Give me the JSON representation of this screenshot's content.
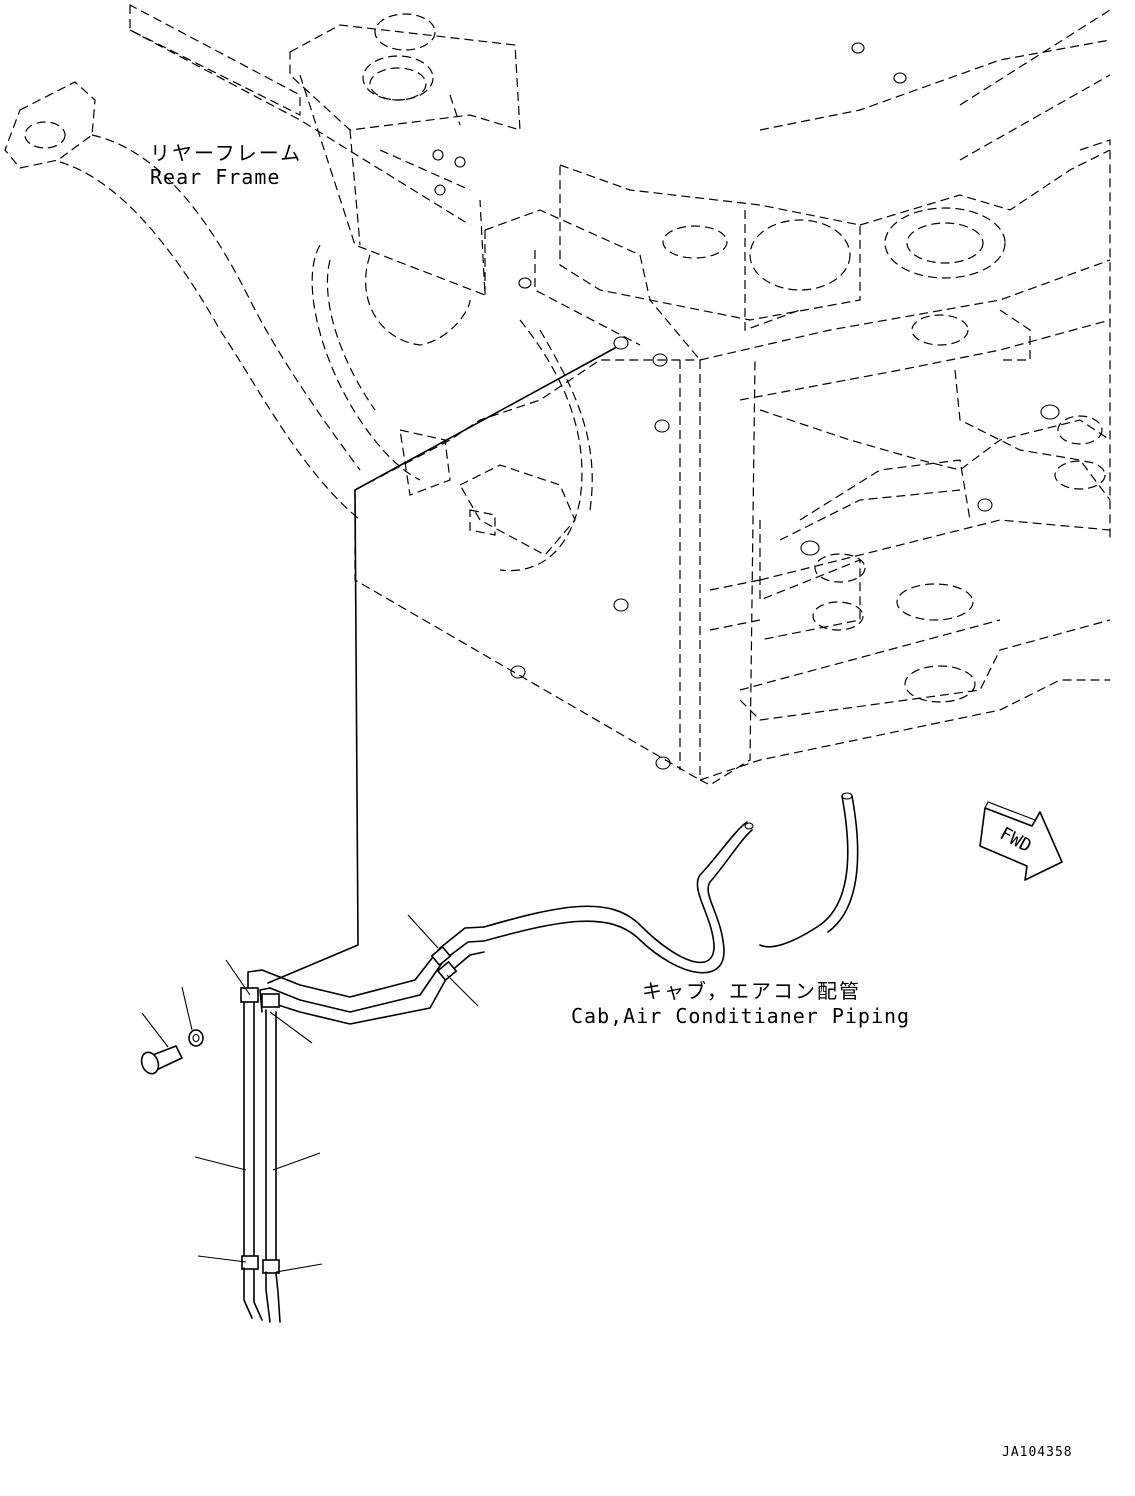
{
  "labels": {
    "rear_frame_jp": "リヤーフレーム",
    "rear_frame_en": "Rear Frame",
    "cab_piping_jp": "キャブ，エアコン配管",
    "cab_piping_en": "Cab,Air Conditianer Piping",
    "fwd": "FWD",
    "drawing_code": "JA104358"
  },
  "icons": {
    "fwd_arrow": "fwd-arrow-icon"
  },
  "colors": {
    "line": "#000000",
    "background": "#ffffff"
  }
}
